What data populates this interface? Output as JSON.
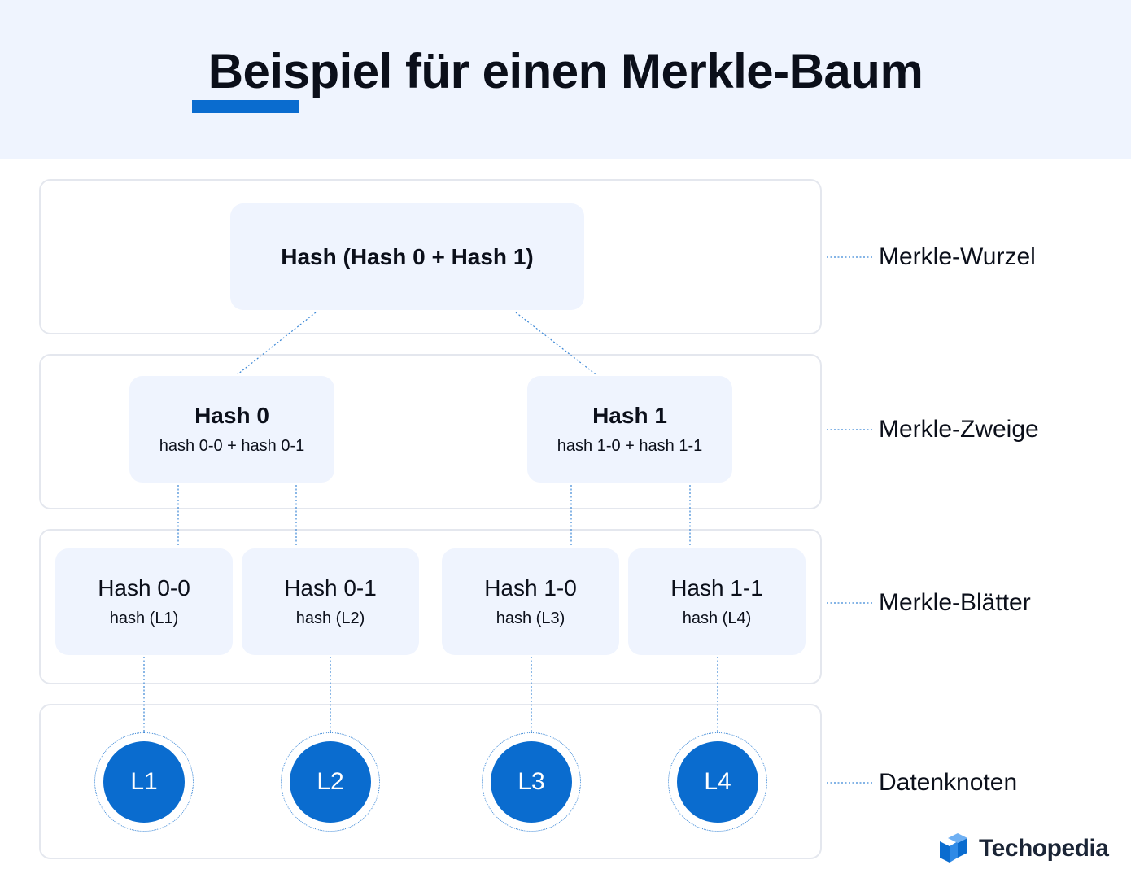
{
  "title": "Beispiel für einen Merkle-Baum",
  "colors": {
    "accent": "#0a6ccf",
    "node_bg": "#eff4fe",
    "band_border": "#e4e7ee",
    "connector": "#3b87d6"
  },
  "root": {
    "label": "Hash (Hash 0 + Hash 1)"
  },
  "branches": [
    {
      "label": "Hash 0",
      "sub": "hash 0-0 + hash 0-1"
    },
    {
      "label": "Hash 1",
      "sub": "hash 1-0 + hash 1-1"
    }
  ],
  "leaves": [
    {
      "label": "Hash 0-0",
      "sub": "hash (L1)"
    },
    {
      "label": "Hash 0-1",
      "sub": "hash (L2)"
    },
    {
      "label": "Hash 1-0",
      "sub": "hash (L3)"
    },
    {
      "label": "Hash 1-1",
      "sub": "hash (L4)"
    }
  ],
  "data_nodes": [
    "L1",
    "L2",
    "L3",
    "L4"
  ],
  "levels": [
    "Merkle-Wurzel",
    "Merkle-Zweige",
    "Merkle-Blätter",
    "Datenknoten"
  ],
  "brand": {
    "name": "Techopedia",
    "icon": "techopedia-logo-icon"
  }
}
